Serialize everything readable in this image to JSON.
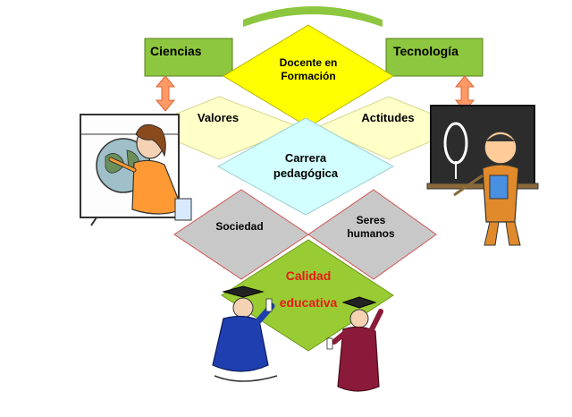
{
  "boxes": {
    "left": "Ciencias",
    "right": "Tecnología"
  },
  "diamonds": {
    "top_line1": "Docente en",
    "top_line2": "Formación",
    "left_wing": "Valores",
    "right_wing": "Actitudes",
    "center_line1": "Carrera",
    "center_line2": "pedagógica",
    "lower_left": "Sociedad",
    "lower_right_line1": "Seres",
    "lower_right_line2": "humanos",
    "bottom_line1": "Calidad",
    "bottom_line2": "educativa"
  },
  "colors": {
    "green_box": "#8dc63f",
    "yellow": "#ffff00",
    "pale_yellow": "#ffffc8",
    "light_cyan": "#d2ffff",
    "gray": "#c8c8c8",
    "light_green": "#99cc33",
    "arrow_orange": "#ff9966",
    "red_text": "#e81919"
  },
  "illustrations": {
    "left": "teacher-with-globe-illustration",
    "right": "teacher-at-chalkboard-illustration",
    "bottom": "graduates-illustration"
  }
}
